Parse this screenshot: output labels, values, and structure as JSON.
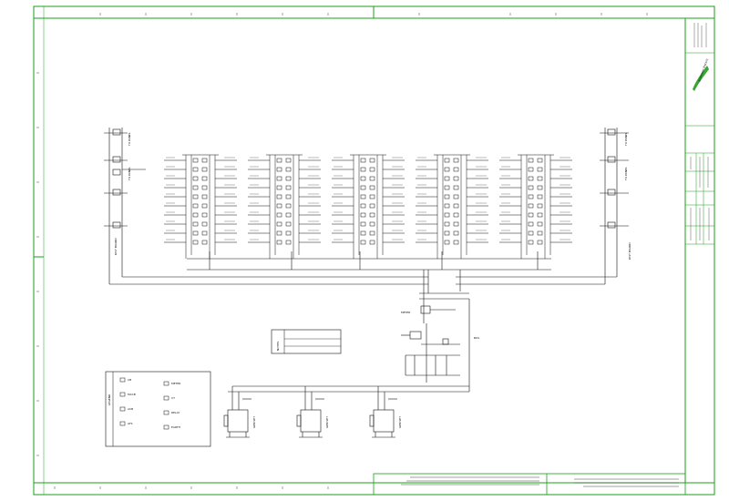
{
  "drawing": {
    "frame_color": "#18a018",
    "line_color": "#111111",
    "brand_color": "#3aa635",
    "brand_text": "Schneider Electric",
    "brand_logo_icon": "schneider-electric-logo"
  },
  "labels": {
    "left_feeder_top": "TO PANEL",
    "left_feeder_mid": "TO PANEL",
    "left_riser_note": "DIST BOARD",
    "right_feeder_top": "TO PANEL",
    "right_feeder_mid": "TO PANEL",
    "right_riser_note": "DIST BOARD",
    "generator_1": "GEN SET",
    "generator_2": "GEN SET",
    "generator_3": "GEN SET",
    "busbar_note": "BUS",
    "meter_label": "METER"
  },
  "legend": {
    "title": "LEGEND",
    "rows": [
      "CB",
      "MCCB",
      "ACB",
      "ATS",
      "METER",
      "CT",
      "RELAY",
      "EARTH"
    ]
  },
  "note_box": {
    "title": "NOTES"
  }
}
